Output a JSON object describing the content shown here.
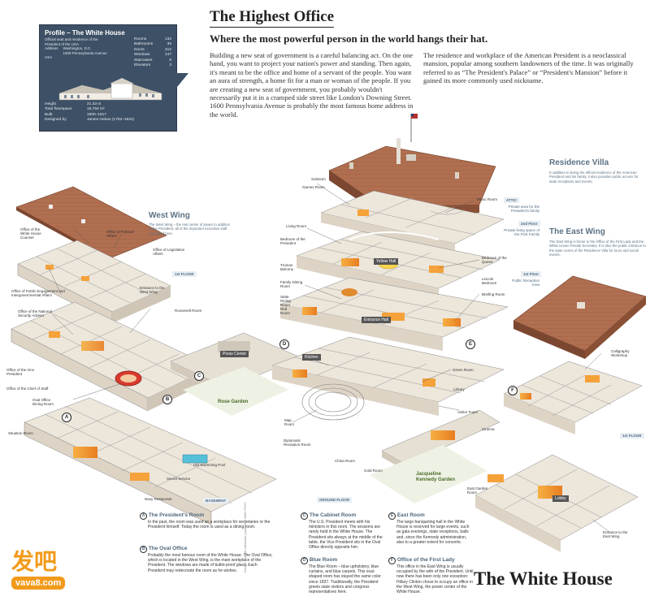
{
  "headline": "The Highest Office",
  "subhead": "Where the most powerful person in the world hangs their hat.",
  "intro_left": "Building a new seat of government is a careful balancing act. On the one hand, you want to project your nation's power and standing. Then again, it's meant to be the office and home of a servant of the people. You want an aura of strength, a home fit for a man or woman of the people. If you are creating a new seat of government, you probably wouldn't necessarily put it in a cramped side street like London's Downing Street. 1600 Pennsylvania Avenue is probably the most famous home address in the world.",
  "intro_right": "The residence and workplace of the American President is a neoclassical mansion, popular among southern landowners of the time. It was originally referred to as “The President's Palace” or “President's Mansion” before it gained its more commonly used nickname.",
  "profile": {
    "title": "Profile – The White House",
    "desc": [
      "Official seat and residence of the",
      "President of the USA"
    ],
    "address_label": "Address",
    "address": [
      "Washington, D.C.",
      "1600 Pennsylvania Avenue",
      "USA"
    ],
    "stats": [
      {
        "k": "Rooms",
        "v": "132"
      },
      {
        "k": "Bathrooms",
        "v": "35"
      },
      {
        "k": "Doors",
        "v": "412"
      },
      {
        "k": "Windows",
        "v": "147"
      },
      {
        "k": "Staircases",
        "v": "8"
      },
      {
        "k": "Elevators",
        "v": "3"
      }
    ],
    "facts": [
      {
        "k": "Height",
        "v": "21.33 m"
      },
      {
        "k": "Total floorspace",
        "v": "16,764 m²"
      },
      {
        "k": "Built",
        "v": "1800–1817"
      },
      {
        "k": "Designed by",
        "v": "James Hoban (1762–1831)"
      }
    ]
  },
  "sections": {
    "west_wing": {
      "title": "West Wing",
      "text": "The West Wing – the real center of power in addition to the President, all of the important executive staff are based here."
    },
    "residence": {
      "title": "Residence Villa",
      "text": "In addition to being the official residence of the American President and his family, it also provides public access for state receptions and events."
    },
    "east_wing": {
      "title": "The East Wing",
      "text": "The East Wing is home to the Office of the First Lady and the White House Private Secretary. It is also the public entrance to the state rooms of the Residence Villa for tours and social events."
    }
  },
  "floor_tags": {
    "attic": "ATTIC",
    "attic_desc": "Private area for the President's family",
    "second": "2nd Floor",
    "second_desc": "Private living space of the First Family",
    "first": "1st Floor",
    "first_desc": "Public Reception Area",
    "west_first": "1st FLOOR",
    "east_first": "1st FLOOR",
    "basement": "BASEMENT",
    "ground": "GROUND FLOOR"
  },
  "rooms": {
    "solarium": "Solarium",
    "games_room": "Games Room",
    "music_room": "Music Room",
    "living_room": "Living Room",
    "bedroom_president": "Bedroom of the President",
    "truman_balcony": "Truman Balcony",
    "yellow_hall": "Yellow Hall",
    "bedroom_queen": "Bedroom of the Queen",
    "lincoln_bedroom": "Lincoln Bedroom",
    "family_dining": "Family Dining Room",
    "state_dining": "State Dining Room",
    "red_room": "Red Room",
    "briefing_room": "Briefing Room",
    "entrance_hall": "Entrance Hall",
    "kitchen": "Kitchen",
    "green_room": "Green Room",
    "library": "Library",
    "visitor_foyer": "Visitor Foyer",
    "cinema": "Cinema",
    "map_room": "Map Room",
    "diplomatic_reception": "Diplomatic Reception Room",
    "china_room": "China Room",
    "gold_room": "Gold Room",
    "press_center": "Press Center",
    "roosevelt_room": "Roosevelt Room",
    "wh_counsel": "Office of the White House Counsel",
    "political_affairs": "Office of Political Affairs",
    "legislative_affairs": "Office of Legislative Affairs",
    "public_engagement": "Office of Public Engagement and Intergovernmental Affairs",
    "entrance_west": "Entrance to the West Wing",
    "nsa": "Office of the National Security Adviser",
    "vice_president": "Office of the Vice President",
    "chief_of_staff": "Office of the Chief of Staff",
    "oval_dining": "Oval Office Dining Room",
    "situation_room": "Situation Room",
    "secret_service": "Secret Service",
    "navy_restaurant": "Navy Restaurant",
    "old_pool": "Old Swimming Pool",
    "calligraphy": "Calligraphy Workshop",
    "lobby": "Lobby",
    "entrance_east": "Entrance to the East Wing",
    "east_garden": "East Garden Room",
    "rose_garden": "Rose Garden",
    "jk_garden": "Jacqueline Kennedy Garden"
  },
  "markers": [
    "A",
    "B",
    "C",
    "D",
    "E",
    "F"
  ],
  "footnotes": [
    {
      "m": "A",
      "title": "The President's Room",
      "text": "In the past, the room was used as a workplace for secretaries or the President himself. Today the room is used as a dining room."
    },
    {
      "m": "B",
      "title": "The Oval Office",
      "text": "Probably the most famous room of the White House. The Oval Office, which is located in the West Wing, is the main workplace of the President. The windows are made of bullet-proof glass. Each President may redecorate the room as he wishes."
    },
    {
      "m": "C",
      "title": "The Cabinet Room",
      "text": "The U.S. President meets with his ministers in this room. The sessions are rarely held in the White House. The President sits always at the middle of the table, the Vice President sits in the Oval Office directly opposite him."
    },
    {
      "m": "D",
      "title": "Blue Room",
      "text": "The Blue Room – blue upholstery, blue curtains, and blue carpets. This oval-shaped room has stayed the same color since 1837. Traditionally, the President greets state visitors and congress representatives here."
    },
    {
      "m": "E",
      "title": "East Room",
      "text": "The large banqueting hall in the White House is reserved for large events, such as gala evenings, state receptions, balls and, since the Kennedy administration, also to a greater extent for concerts."
    },
    {
      "m": "F",
      "title": "Office of the First Lady",
      "text": "This office in the East Wing is usually occupied by the wife of the President. Until now there has been only one exception: Hillary Clinton chose to occupy an office in the West Wing, the power center of the White House."
    }
  ],
  "credit": "Design: Carsten Lathmann | published: MAN POST",
  "big_title": "The White House",
  "watermark": {
    "top": "发吧",
    "bottom": "vava8.com"
  },
  "colors": {
    "card": "#3d5066",
    "accent_blue": "#5b7182",
    "orange": "#e8892c",
    "roof": "#a8664a",
    "wall": "#e9e4da"
  }
}
